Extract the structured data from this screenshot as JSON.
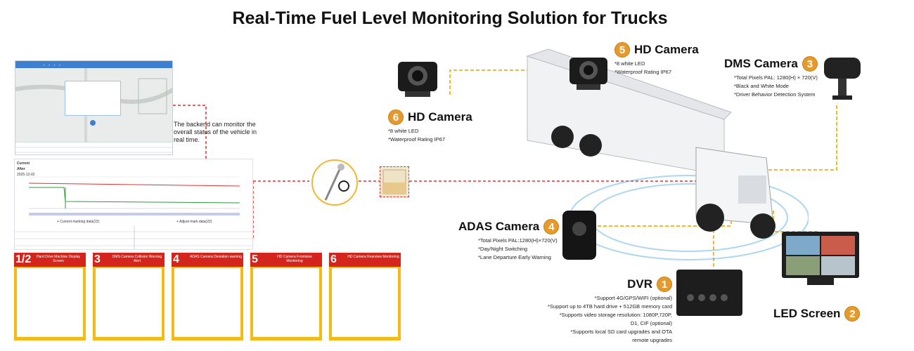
{
  "title": "Real-Time Fuel Level Monitoring Solution for Trucks",
  "colors": {
    "accent": "#e59a2b",
    "dash_red": "#e03131",
    "dash_yellow": "#f0b92f",
    "tile_yellow": "#f5ba13",
    "tile_red": "#d4241c"
  },
  "backend_note": "The backend can monitor the overall status of the vehicle in real time.",
  "callouts": {
    "hd_camera_5": {
      "num": "5",
      "name": "HD Camera",
      "specs": [
        "*8 white LED",
        "*Waterproof Rating IP67"
      ]
    },
    "dms_camera": {
      "num": "3",
      "name": "DMS Camera",
      "specs": [
        "*Total Pixels PAL: 1280(H) × 720(V)",
        "*Black and White Mode",
        "*Driver Behavior Detection System"
      ]
    },
    "hd_camera_6": {
      "num": "6",
      "name": "HD Camera",
      "specs": [
        "*8 white LED",
        "*Waterproof Rating IP67"
      ]
    },
    "adas_camera": {
      "num": "4",
      "name": "ADAS Camera",
      "specs": [
        "*Total Pixels PAL:1280(H)×720(V)",
        "*Day/Night Switching",
        "*Lane Departure Early Warning"
      ]
    },
    "dvr": {
      "num": "1",
      "name": "DVR",
      "specs": [
        "*Support 4G/GPS/WIFI (optional)",
        "*Support up to 4TB hard drive + 512GB memory card",
        "*Supports video storage resolution: 1080P,720P,",
        "D1, CIF (optional)",
        "*Supports local SD card upgrades and OTA",
        "remote upgrades"
      ]
    },
    "led_screen": {
      "num": "2",
      "name": "LED Screen"
    }
  },
  "tiles": [
    {
      "num": "1/2",
      "caption": "Hard Drive Machine Display Screen"
    },
    {
      "num": "3",
      "caption": "DMS Camera Collision Warning Alert"
    },
    {
      "num": "4",
      "caption": "ADAS Camera Deviation warning"
    },
    {
      "num": "5",
      "caption": "HD Camera Frontview Monitoring"
    },
    {
      "num": "6",
      "caption": "HD Camera Rearview Monitoring"
    }
  ],
  "panel": {
    "current": "Current",
    "after": "After",
    "date": "2025-12-02",
    "marking": "+ Current marking data(22)",
    "adjust": "+ Adjust mark data(22)"
  },
  "icons": [
    "truck-icon",
    "camera-icon",
    "dms-camera-icon",
    "adas-camera-icon",
    "dvr-icon",
    "monitor-icon",
    "fuel-probe-icon",
    "fuel-sensor-icon"
  ]
}
